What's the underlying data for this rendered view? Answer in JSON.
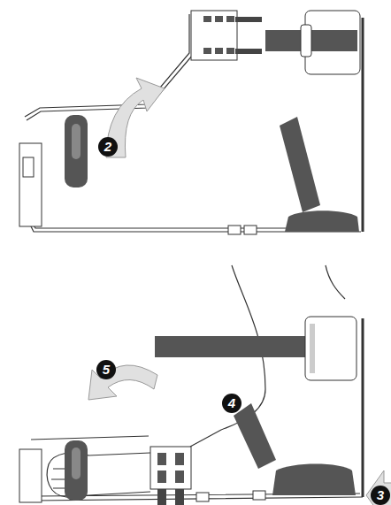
{
  "diagram": {
    "labels": [
      "2",
      "5",
      "4",
      "3"
    ]
  }
}
